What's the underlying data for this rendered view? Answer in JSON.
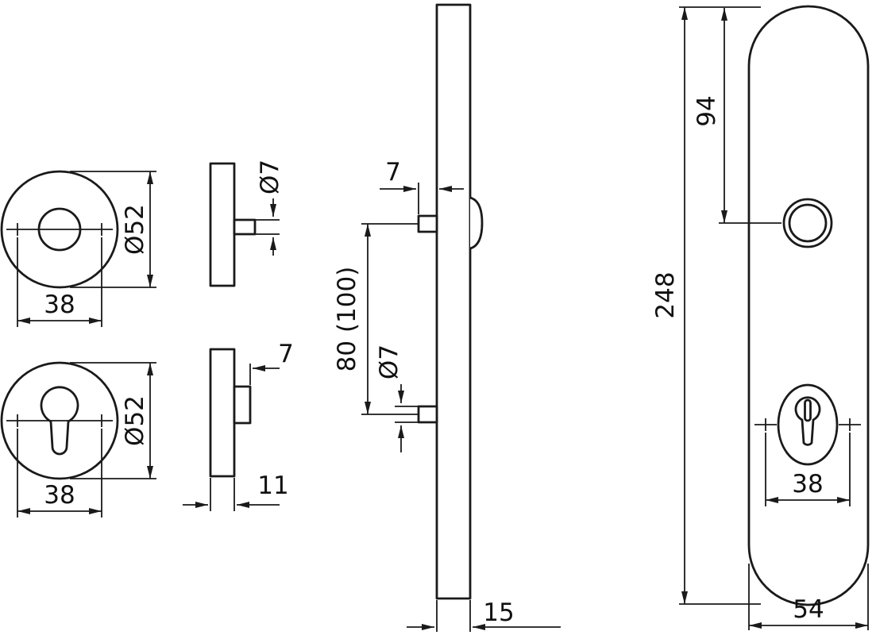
{
  "drawing": {
    "rosette_front_top": {
      "width": "38",
      "diameter": "Ø52"
    },
    "rosette_front_bottom": {
      "width": "38",
      "diameter": "Ø52"
    },
    "rosette_side_top": {
      "pin_diameter": "Ø7"
    },
    "rosette_side_bottom": {
      "step_depth": "7",
      "thickness": "11"
    },
    "backplate_side": {
      "pin_length": "7",
      "pin_spacing": "80 (100)",
      "pin_diameter": "Ø7",
      "thickness": "15"
    },
    "backplate_front": {
      "cylinder_distance": "94",
      "height": "248",
      "screw_spacing": "38",
      "width": "54"
    }
  }
}
